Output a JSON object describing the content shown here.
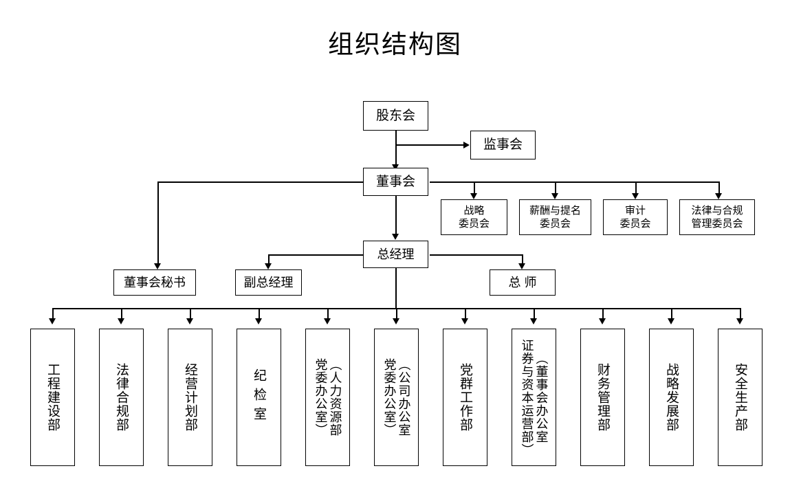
{
  "page": {
    "title": "组织结构图",
    "background_color": "#ffffff",
    "line_color": "#000000",
    "text_color": "#000000"
  },
  "nodes": {
    "shareholders": {
      "label": "股东会"
    },
    "supervisory": {
      "label": "监事会"
    },
    "board": {
      "label": "董事会"
    },
    "board_secretary": {
      "label": "董事会秘书"
    },
    "general_manager": {
      "label": "总经理"
    },
    "deputy_general_manager": {
      "label": "副总经理"
    },
    "chief_engineer": {
      "label": "总 师"
    }
  },
  "committees": [
    {
      "label": "战略\n委员会"
    },
    {
      "label": "薪酬与提名\n委员会"
    },
    {
      "label": "审计\n委员会"
    },
    {
      "label": "法律与合规\n管理委员会"
    }
  ],
  "departments": [
    {
      "main": "工程建设部",
      "sub": ""
    },
    {
      "main": "法律合规部",
      "sub": ""
    },
    {
      "main": "经营计划部",
      "sub": ""
    },
    {
      "main": "纪检室",
      "sub": "",
      "spaced": true
    },
    {
      "main": "（人力资源部",
      "sub": "党委办公室）"
    },
    {
      "main": "（公司办公室",
      "sub": "党委办公室）"
    },
    {
      "main": "党群工作部",
      "sub": ""
    },
    {
      "main": "（董事会办公室",
      "sub": "证券与资本运营部）"
    },
    {
      "main": "财务管理部",
      "sub": ""
    },
    {
      "main": "战略发展部",
      "sub": ""
    },
    {
      "main": "安全生产部",
      "sub": ""
    }
  ]
}
